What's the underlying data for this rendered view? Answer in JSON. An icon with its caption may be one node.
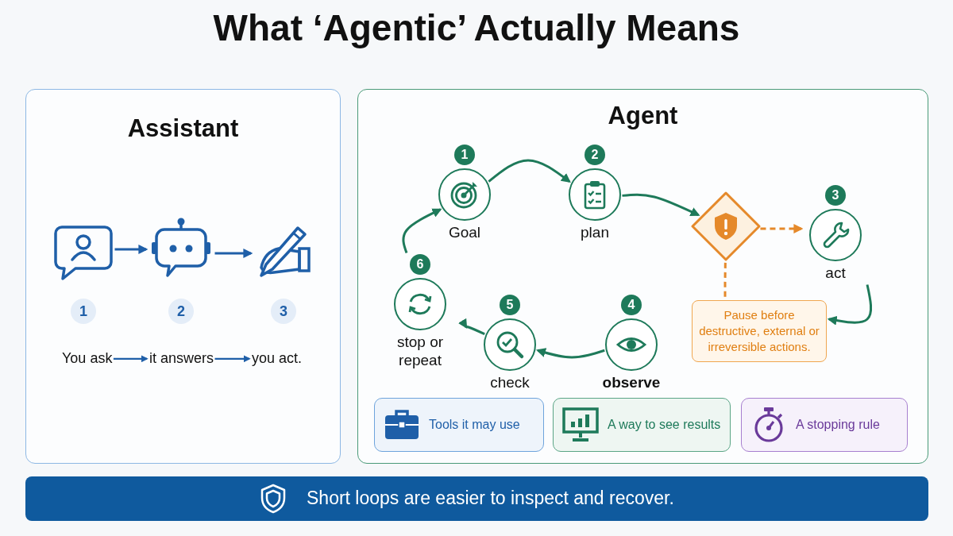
{
  "diagram": {
    "title": "What ‘Agentic’ Actually Means",
    "nodes": [
      {
        "text": [
          "Assistant"
        ]
      },
      {
        "text": [],
        "shape": "picture",
        "in": 0,
        "beside": [
          "1"
        ]
      },
      {
        "text": [],
        "shape": "picture",
        "in": 0,
        "beside": [
          "2"
        ]
      },
      {
        "text": [],
        "shape": "picture",
        "in": 0,
        "beside": [
          "3"
        ]
      },
      {
        "text": [
          "You ask"
        ],
        "in": 0
      },
      {
        "text": [
          "it answers"
        ],
        "in": 0
      },
      {
        "text": [
          "you act."
        ],
        "in": 0
      },
      {
        "text": [
          "Agent"
        ]
      },
      {
        "text": [
          "Goal"
        ],
        "in": 7,
        "beside": [
          "1"
        ]
      },
      {
        "text": [
          "plan"
        ],
        "in": 7,
        "beside": [
          "2"
        ]
      },
      {
        "text": [],
        "shape": "diamond",
        "in": 7
      },
      {
        "text": [
          "act"
        ],
        "in": 7,
        "beside": [
          "3"
        ]
      },
      {
        "text": [
          "Pause before destructive, external or irreversible actions."
        ],
        "in": 7
      },
      {
        "text": [
          "observe"
        ],
        "in": 7,
        "beside": [
          "4"
        ]
      },
      {
        "text": [
          "check"
        ],
        "in": 7,
        "beside": [
          "5"
        ]
      },
      {
        "text": [
          "stop or repeat"
        ],
        "in": 7,
        "beside": [
          "6"
        ]
      },
      {
        "text": [
          "Tools it may use"
        ],
        "in": 7
      },
      {
        "text": [
          "A way to see results"
        ],
        "in": 7
      },
      {
        "text": [
          "A stopping rule"
        ],
        "in": 7
      },
      {
        "text": [
          "Short loops are easier to inspect and recover."
        ]
      }
    ],
    "edges": [
      {
        "from": 1,
        "to": 2,
        "arrow": "to",
        "color": "#1f5fa8"
      },
      {
        "from": 2,
        "to": 3,
        "arrow": "to",
        "color": "#1f5fa8"
      },
      {
        "from": 4,
        "to": 5,
        "arrow": "to",
        "color": "#1f5fa8"
      },
      {
        "from": 5,
        "to": 6,
        "arrow": "to",
        "color": "#1f5fa8"
      },
      {
        "from": 8,
        "to": 9,
        "arrow": "to"
      },
      {
        "from": 9,
        "to": 10,
        "arrow": "to"
      },
      {
        "from": 10,
        "to": 11,
        "arrow": "to",
        "style": "dashed",
        "color": "#e5892a"
      },
      {
        "from": 10,
        "to": 12,
        "arrow": "none",
        "style": "dashed",
        "color": "#e5892a"
      },
      {
        "from": 11,
        "to": 12,
        "arrow": "to"
      },
      {
        "from": 13,
        "to": 14,
        "arrow": "to"
      },
      {
        "from": 14,
        "to": 15,
        "arrow": "to"
      },
      {
        "from": 15,
        "to": 8,
        "arrow": "to"
      }
    ]
  }
}
